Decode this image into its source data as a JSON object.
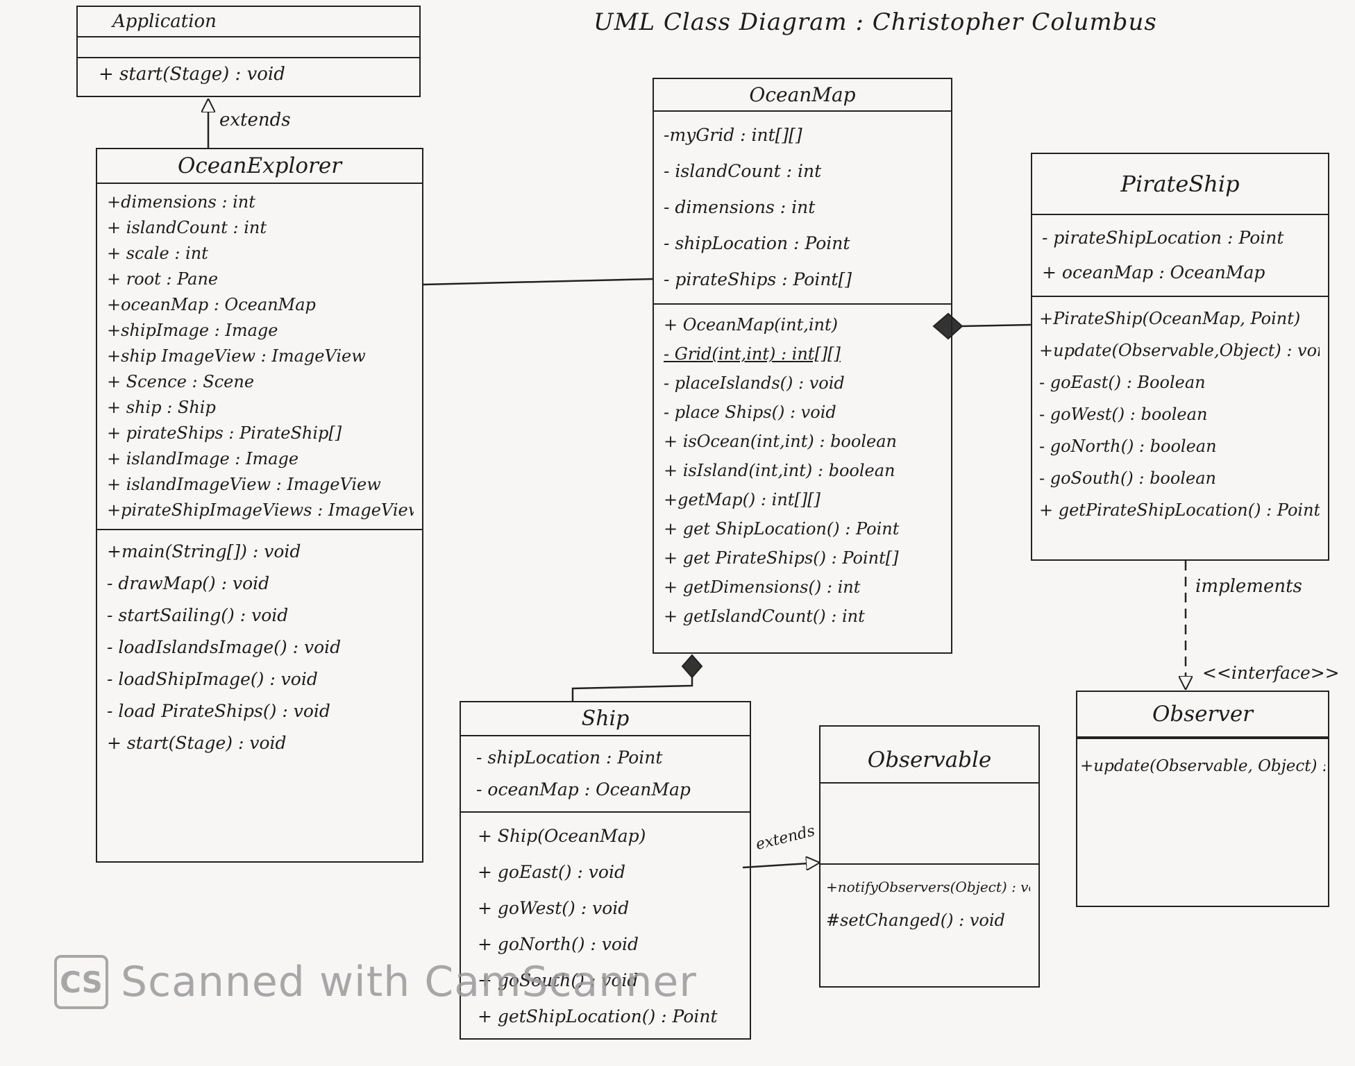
{
  "title": "UML Class Diagram : Christopher Columbus",
  "classes": {
    "application": {
      "name": "Application",
      "attributes": [],
      "operations": [
        "+ start(Stage) : void"
      ]
    },
    "ocean_explorer": {
      "name": "OceanExplorer",
      "attributes": [
        "+dimensions : int",
        "+ islandCount : int",
        "+ scale : int",
        "+ root : Pane",
        "+oceanMap : OceanMap",
        "+shipImage : Image",
        "+ship ImageView : ImageView",
        "+ Scence : Scene",
        "+ ship : Ship",
        "+ pirateShips : PirateShip[]",
        "+ islandImage : Image",
        "+ islandImageView : ImageView",
        "+pirateShipImageViews : ImageView[]"
      ],
      "operations": [
        "+main(String[]) : void",
        "- drawMap() : void",
        "- startSailing() : void",
        "- loadIslandsImage() : void",
        "- loadShipImage() : void",
        "- load PirateShips() : void",
        "+ start(Stage) : void"
      ]
    },
    "ocean_map": {
      "name": "OceanMap",
      "attributes": [
        "-myGrid : int[][]",
        "- islandCount : int",
        "- dimensions : int",
        "- shipLocation : Point",
        "- pirateShips : Point[]"
      ],
      "operations": [
        "+ OceanMap(int,int)",
        "- Grid(int,int) : int[][]",
        "- placeIslands() : void",
        "- place Ships() : void",
        "+ isOcean(int,int) : boolean",
        "+ isIsland(int,int) : boolean",
        "+getMap() : int[][]",
        "+ get ShipLocation() : Point",
        "+ get PirateShips() : Point[]",
        "+ getDimensions() : int",
        "+ getIslandCount() : int"
      ]
    },
    "pirate_ship": {
      "name": "PirateShip",
      "attributes": [
        "- pirateShipLocation : Point",
        "+ oceanMap : OceanMap"
      ],
      "operations": [
        "+PirateShip(OceanMap, Point)",
        "+update(Observable,Object) : void",
        "- goEast() : Boolean",
        "- goWest() : boolean",
        "- goNorth() : boolean",
        "- goSouth() : boolean",
        "+ getPirateShipLocation() : Point"
      ]
    },
    "ship": {
      "name": "Ship",
      "attributes": [
        "- shipLocation : Point",
        "- oceanMap : OceanMap"
      ],
      "operations": [
        "+ Ship(OceanMap)",
        "+ goEast() : void",
        "+ goWest() : void",
        "+ goNorth() : void",
        "+ goSouth() : void",
        "+ getShipLocation() : Point"
      ]
    },
    "observable": {
      "name": "Observable",
      "attributes": [],
      "operations": [
        "+notifyObservers(Object) : void",
        "#setChanged() : void"
      ]
    },
    "observer": {
      "name": "Observer",
      "stereotype": "<<interface>>",
      "attributes": [],
      "operations": [
        "+update(Observable, Object) : void"
      ]
    }
  },
  "relationships": [
    {
      "from": "OceanExplorer",
      "to": "Application",
      "type": "generalization",
      "label": "extends"
    },
    {
      "from": "OceanExplorer",
      "to": "OceanMap",
      "type": "association",
      "label": ""
    },
    {
      "from": "PirateShip",
      "to": "OceanMap",
      "type": "composition",
      "label": ""
    },
    {
      "from": "Ship",
      "to": "OceanMap",
      "type": "composition",
      "label": ""
    },
    {
      "from": "Ship",
      "to": "Observable",
      "type": "generalization",
      "label": "extends"
    },
    {
      "from": "PirateShip",
      "to": "Observer",
      "type": "realization",
      "label": "implements"
    }
  ],
  "watermark": {
    "badge": "CS",
    "text": "Scanned with CamScanner"
  }
}
